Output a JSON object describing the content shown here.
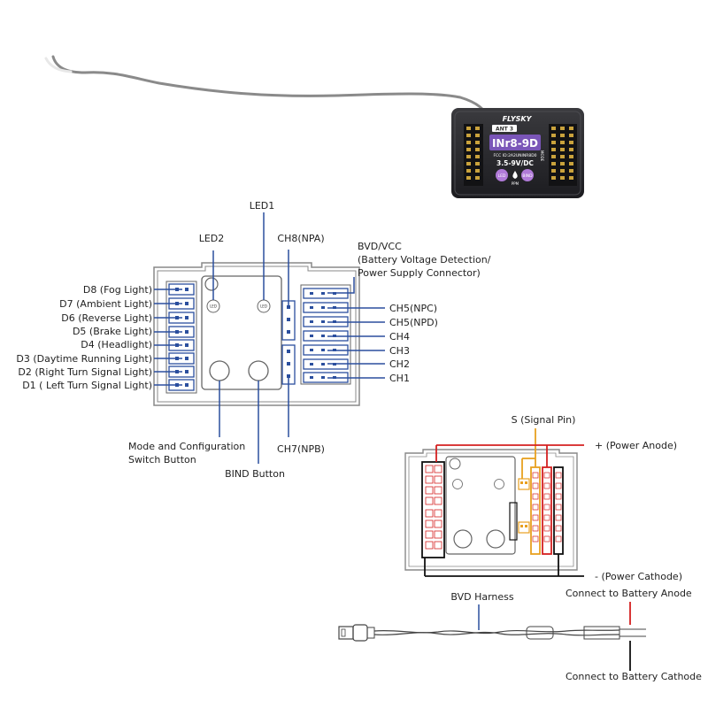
{
  "colors": {
    "leader": "#2b4f9e",
    "outline": "#666666",
    "signal": "#e8a020",
    "anode": "#d42020",
    "cathode": "#111111",
    "receiver_label": "#7a55b8"
  },
  "receiver": {
    "brand": "FLYSKY",
    "model": "INr8-9D",
    "fcc": "FCC ID:2A2UNINR8D0",
    "voltage": "3.5-9V/DC",
    "led_label": "LED",
    "bind_label": "BIND",
    "mode_label": "MODE",
    "ppm_label": "PPM",
    "badge": "ANT 3"
  },
  "top_labels": {
    "led1": "LED1",
    "led2": "LED2",
    "ch8": "CH8(NPA)",
    "bvd_1": "BVD/VCC",
    "bvd_2": "(Battery Voltage Detection/",
    "bvd_3": "Power Supply Connector)",
    "ch7": "CH7(NPB)",
    "mode_1": "Mode and Configuration",
    "mode_2": "Switch Button",
    "bind_button": "BIND Button",
    "led_chip": "LED"
  },
  "left_pins": [
    "D8 (Fog Light)",
    "D7 (Ambient Light)",
    "D6 (Reverse Light)",
    "D5 (Brake Light)",
    "D4 (Headlight)",
    "D3 (Daytime Running Light)",
    "D2 (Right Turn Signal Light)",
    "D1 ( Left Turn Signal Light)"
  ],
  "right_pins": [
    "CH5(NPC)",
    "CH5(NPD)",
    "CH4",
    "CH3",
    "CH2",
    "CH1"
  ],
  "wiring": {
    "signal_pin": "S (Signal Pin)",
    "power_anode": "+ (Power Anode)",
    "power_cathode": "- (Power Cathode)",
    "connect_anode": "Connect to Battery Anode",
    "bvd_harness": "BVD Harness",
    "connect_cathode": "Connect to Battery Cathode"
  }
}
